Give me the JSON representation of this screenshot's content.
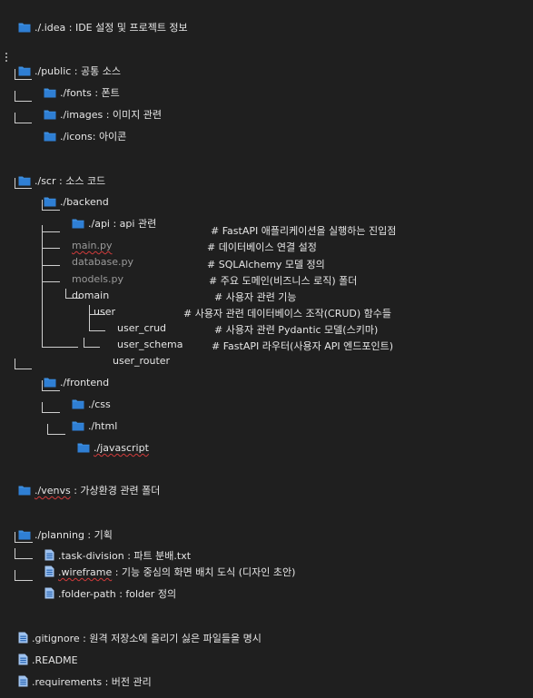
{
  "colors": {
    "background": "#1f1f1f",
    "folder_icon": "#3d8fe0",
    "file_icon": "#9fc2ee",
    "squiggle": "#d23c3c"
  },
  "entries": {
    "idea": "./.idea : IDE 설정 및 프로젝트 정보",
    "public": "./public : 공통 소스",
    "fonts": "./fonts : 폰트",
    "images": "./images : 이미지 관련",
    "icons": "./icons: 아이콘",
    "scr": "./scr : 소스 코드",
    "backend": "./backend",
    "api": "./api : api 관련",
    "main": "main.py",
    "database": "database.py",
    "models": "models.py",
    "domain": "domain",
    "user": "user",
    "user_crud": "user_crud",
    "user_schema": "user_schema",
    "user_router": "user_router",
    "frontend": "./frontend",
    "css": "./css",
    "html": "./html",
    "javascript": "./javascript",
    "venvs_a": "./venvs",
    "venvs_b": " : 가상환경 관련 폴더",
    "planning": "./planning : 기획",
    "task_division": ".task-division : 파트 분배.txt",
    "wireframe_a": ".wireframe",
    "wireframe_b": " : 기능 중심의 화면 배치 도식 (디자인 초안)",
    "folder_path": ".folder-path : folder 정의",
    "gitignore": ".gitignore : 원격 저장소에 올리기 싫은 파일들을 명시",
    "readme": ".README",
    "requirements": ".requirements : 버전 관리"
  },
  "comments": {
    "main": "# FastAPI 애플리케이션을 실행하는 진입점",
    "database": "# 데이터베이스 연결 설정",
    "models": "# SQLAlchemy 모델 정의",
    "domain": "# 주요 도메인(비즈니스 로직) 폴더",
    "user": "# 사용자 관련 기능",
    "user_crud": "# 사용자 관련 데이터베이스 조작(CRUD) 함수들",
    "user_schema": "# 사용자 관련 Pydantic 모델(스키마)",
    "user_router": "# FastAPI 라우터(사용자 API 엔드포인트)"
  }
}
